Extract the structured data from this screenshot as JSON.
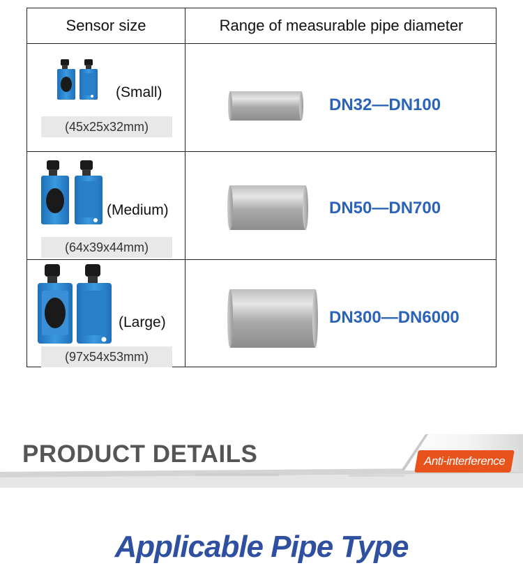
{
  "table": {
    "headers": {
      "sensor_size": "Sensor size",
      "range": "Range of measurable pipe diameter"
    },
    "rows": [
      {
        "size": "(Small)",
        "dimensions": "(45x25x32mm)",
        "range": "DN32—DN100"
      },
      {
        "size": "(Medium)",
        "dimensions": "(64x39x44mm)",
        "range": "DN50—DN700"
      },
      {
        "size": "(Large)",
        "dimensions": "(97x54x53mm)",
        "range": "DN300—DN6000"
      }
    ]
  },
  "details": {
    "title": "PRODUCT DETAILS",
    "badge": "Anti-interference"
  },
  "section_title": "Applicable Pipe Type",
  "colors": {
    "range_text": "#2a63b8",
    "sensor_blue": "#2f8fd8",
    "badge": "#e8531c",
    "section_title": "#2f4fa0"
  }
}
